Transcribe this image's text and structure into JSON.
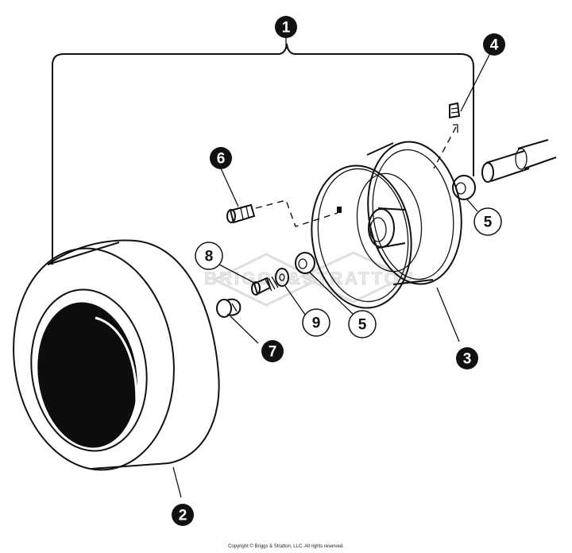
{
  "diagram": {
    "callouts": [
      {
        "id": "c1",
        "label": "1",
        "style": "filled"
      },
      {
        "id": "c2",
        "label": "2",
        "style": "filled"
      },
      {
        "id": "c3",
        "label": "3",
        "style": "filled"
      },
      {
        "id": "c4",
        "label": "4",
        "style": "filled"
      },
      {
        "id": "c5a",
        "label": "5",
        "style": "outline"
      },
      {
        "id": "c5b",
        "label": "5",
        "style": "outline"
      },
      {
        "id": "c6",
        "label": "6",
        "style": "filled"
      },
      {
        "id": "c7",
        "label": "7",
        "style": "filled"
      },
      {
        "id": "c8",
        "label": "8",
        "style": "outline"
      },
      {
        "id": "c9",
        "label": "9",
        "style": "outline"
      }
    ],
    "watermark": "BRIGGS&STRATTON",
    "copyright": "Copyright © Briggs & Stratton, LLC. All rights reserved."
  },
  "colors": {
    "ink": "#111111",
    "background": "#ffffff",
    "watermark": "#e9e9e9"
  }
}
